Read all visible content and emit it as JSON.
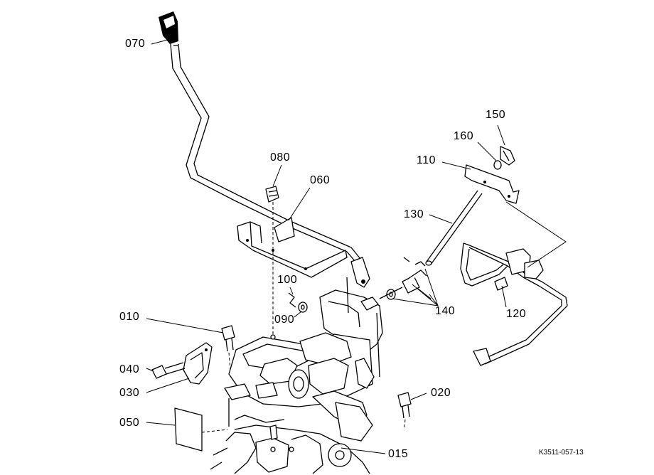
{
  "parts": {
    "p010": "010",
    "p015": "015",
    "p020": "020",
    "p030": "030",
    "p040": "040",
    "p050": "050",
    "p060": "060",
    "p070": "070",
    "p080": "080",
    "p090": "090",
    "p100": "100",
    "p110": "110",
    "p120": "120",
    "p130": "130",
    "p140": "140",
    "p150": "150",
    "p160": "160"
  },
  "drawing_code": "K3511-057-13"
}
